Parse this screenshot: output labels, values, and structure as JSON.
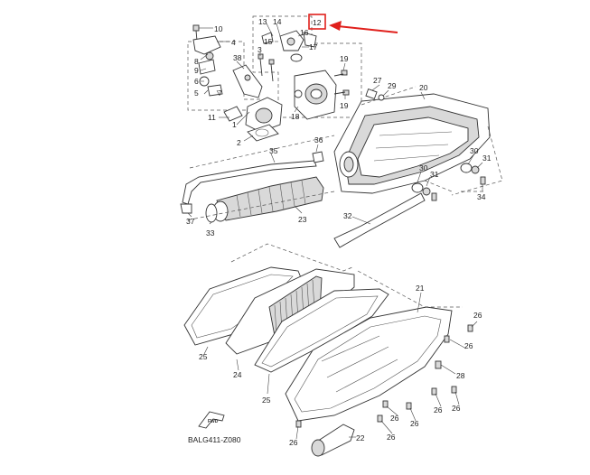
{
  "diagram": {
    "code": "BALG411-Z080",
    "fwd_label": "FWD",
    "highlight": {
      "label": "12",
      "color": "#e0201c"
    },
    "arrow_color": "#e0201c",
    "callouts": [
      {
        "id": "c10",
        "text": "10"
      },
      {
        "id": "c4",
        "text": "4"
      },
      {
        "id": "c8",
        "text": "8"
      },
      {
        "id": "c9",
        "text": "9"
      },
      {
        "id": "c6",
        "text": "6"
      },
      {
        "id": "c5",
        "text": "5"
      },
      {
        "id": "c7",
        "text": "7"
      },
      {
        "id": "c38",
        "text": "38"
      },
      {
        "id": "c3",
        "text": "3"
      },
      {
        "id": "c11",
        "text": "11"
      },
      {
        "id": "c1",
        "text": "1"
      },
      {
        "id": "c2",
        "text": "2"
      },
      {
        "id": "c13",
        "text": "13"
      },
      {
        "id": "c14",
        "text": "14"
      },
      {
        "id": "c16",
        "text": "16"
      },
      {
        "id": "c15",
        "text": "15"
      },
      {
        "id": "c17",
        "text": "17"
      },
      {
        "id": "c18",
        "text": "18"
      },
      {
        "id": "c19a",
        "text": "19"
      },
      {
        "id": "c19b",
        "text": "19"
      },
      {
        "id": "c27",
        "text": "27"
      },
      {
        "id": "c29",
        "text": "29"
      },
      {
        "id": "c20",
        "text": "20"
      },
      {
        "id": "c36",
        "text": "36"
      },
      {
        "id": "c35",
        "text": "35"
      },
      {
        "id": "c30a",
        "text": "30"
      },
      {
        "id": "c31a",
        "text": "31"
      },
      {
        "id": "c30b",
        "text": "30"
      },
      {
        "id": "c31b",
        "text": "31"
      },
      {
        "id": "c34",
        "text": "34"
      },
      {
        "id": "c37",
        "text": "37"
      },
      {
        "id": "c33",
        "text": "33"
      },
      {
        "id": "c23",
        "text": "23"
      },
      {
        "id": "c32",
        "text": "32"
      },
      {
        "id": "c21",
        "text": "21"
      },
      {
        "id": "c26a",
        "text": "26"
      },
      {
        "id": "c26b",
        "text": "26"
      },
      {
        "id": "c28",
        "text": "28"
      },
      {
        "id": "c26c",
        "text": "26"
      },
      {
        "id": "c26d",
        "text": "26"
      },
      {
        "id": "c26e",
        "text": "26"
      },
      {
        "id": "c26f",
        "text": "26"
      },
      {
        "id": "c26g",
        "text": "26"
      },
      {
        "id": "c26h",
        "text": "26"
      },
      {
        "id": "c25a",
        "text": "25"
      },
      {
        "id": "c24",
        "text": "24"
      },
      {
        "id": "c25b",
        "text": "25"
      },
      {
        "id": "c22",
        "text": "22"
      }
    ]
  }
}
